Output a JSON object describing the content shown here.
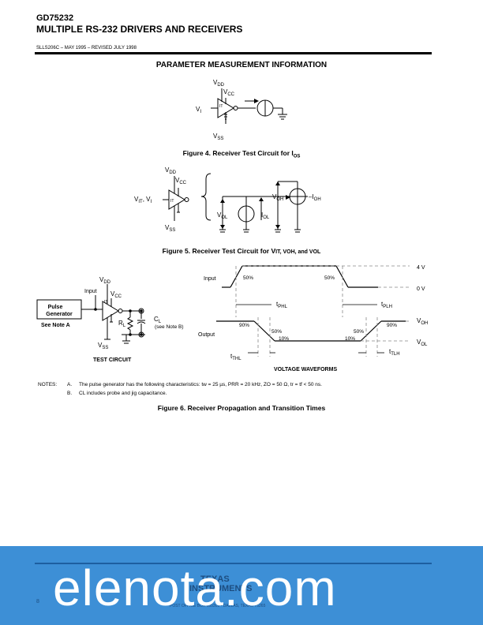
{
  "header": {
    "part_number": "GD75232",
    "title": "MULTIPLE RS-232 DRIVERS AND RECEIVERS",
    "doc_info": "SLLS206C – MAY 1995 – REVISED JULY 1998"
  },
  "section_title": "PARAMETER MEASUREMENT INFORMATION",
  "figure4": {
    "caption": "Figure 4. Receiver Test Circuit for I",
    "caption_sub": "OS",
    "vdd": "V",
    "vdd_sub": "DD",
    "vcc": "V",
    "vcc_sub": "CC",
    "vi": "V",
    "vi_sub": "I",
    "vss": "V",
    "vss_sub": "SS"
  },
  "figure5": {
    "caption": "Figure 5. Receiver Test Circuit for V",
    "caption_rest": "IT, VOH, and VOL",
    "vdd": "V",
    "vdd_sub": "DD",
    "vcc": "V",
    "vcc_sub": "CC",
    "vin": "V",
    "vin_sub": "IT",
    "vin2": ", V",
    "vin2_sub": "I",
    "vss": "V",
    "vss_sub": "SS",
    "vol": "V",
    "vol_sub": "OL",
    "iol": "I",
    "iol_sub": "OL",
    "voh": "V",
    "voh_sub": "OH",
    "ioh": "–I",
    "ioh_sub": "OH"
  },
  "figure6": {
    "caption": "Figure 6. Receiver Propagation and Transition Times",
    "pulse_generator": [
      "Pulse",
      "Generator"
    ],
    "see_note_a": "See Note A",
    "input_label": "Input",
    "output_label": "Output",
    "vdd": "V",
    "vdd_sub": "DD",
    "vcc": "V",
    "vcc_sub": "CC",
    "vss": "V",
    "vss_sub": "SS",
    "rl": "R",
    "rl_sub": "L",
    "cl": "C",
    "cl_sub": "L",
    "see_note_b": "(see Note B)",
    "test_circuit": "TEST CIRCUIT",
    "voltage_waveforms": "VOLTAGE WAVEFORMS",
    "v4": "4 V",
    "v0": "0 V",
    "voh": "V",
    "voh_sub": "OH",
    "vol": "V",
    "vol_sub": "OL",
    "p50": "50%",
    "p90": "90%",
    "p10": "10%",
    "tphl": "t",
    "tphl_sub": "PHL",
    "tplh": "t",
    "tplh_sub": "PLH",
    "tthl": "t",
    "tthl_sub": "THL",
    "ttlh": "t",
    "ttlh_sub": "TLH"
  },
  "notes": {
    "label": "NOTES:",
    "a_key": "A.",
    "a_text": "The pulse generator has the following characteristics: tw = 25 µs, PRR = 20 kHz, ZO = 50 Ω, tr = tf < 50 ns.",
    "b_key": "B.",
    "b_text": "CL includes probe and jig capacitance."
  },
  "footer": {
    "watermark": "elenota.com",
    "company": [
      "TEXAS",
      "INSTRUMENTS"
    ],
    "page_number": "8",
    "address": "POST OFFICE BOX 655303 • DALLAS, TEXAS 75265"
  }
}
